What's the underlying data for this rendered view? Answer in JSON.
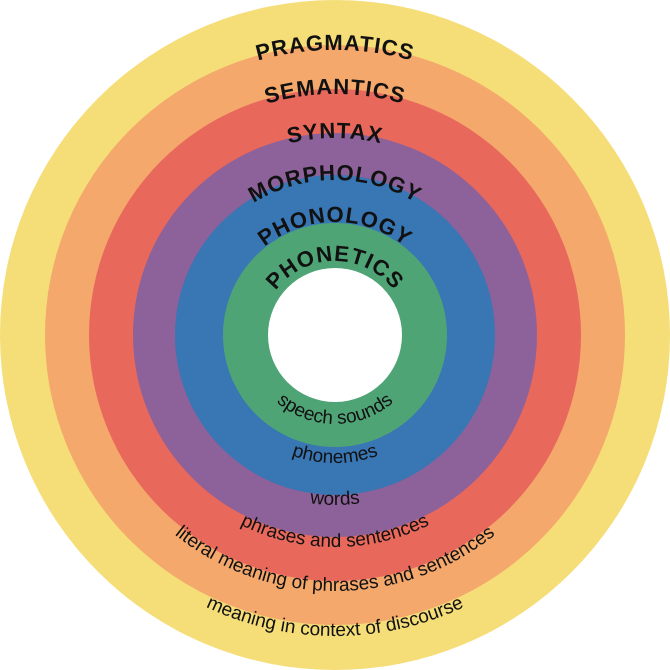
{
  "diagram": {
    "center_color": "#ffffff",
    "rings": [
      {
        "id": "pragmatics",
        "title": "PRAGMATICS",
        "description": "meaning in context of discourse",
        "color": "#f5dd78"
      },
      {
        "id": "semantics",
        "title": "SEMANTICS",
        "description": "literal meaning of phrases and sentences",
        "color": "#f4a86c"
      },
      {
        "id": "syntax",
        "title": "SYNTAX",
        "description": "phrases and sentences",
        "color": "#e8685c"
      },
      {
        "id": "morphology",
        "title": "MORPHOLOGY",
        "description": "words",
        "color": "#8d6199"
      },
      {
        "id": "phonology",
        "title": "PHONOLOGY",
        "description": "phonemes",
        "color": "#3876b4"
      },
      {
        "id": "phonetics",
        "title": "PHONETICS",
        "description": "speech sounds",
        "color": "#4fa476"
      }
    ]
  }
}
